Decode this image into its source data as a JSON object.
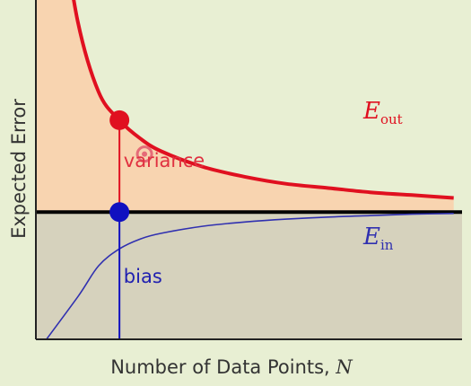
{
  "chart_data": {
    "type": "line",
    "xlabel": "Number of Data Points, ",
    "xlabel_var": "N",
    "ylabel": "Expected Error",
    "x": [
      1,
      1.5,
      2,
      2.5,
      3,
      4,
      5,
      6,
      7,
      8,
      9,
      10
    ],
    "series": [
      {
        "name": "E_out",
        "label_main": "E",
        "label_sub": "out",
        "color": "#e01020",
        "values": [
          1.85,
          1.35,
          1.15,
          1.02,
          0.93,
          0.82,
          0.75,
          0.7,
          0.67,
          0.64,
          0.62,
          0.6
        ]
      },
      {
        "name": "E_in",
        "label_main": "E",
        "label_sub": "in",
        "color": "#3030b0",
        "values": [
          -0.1,
          0.12,
          0.24,
          0.31,
          0.35,
          0.4,
          0.43,
          0.45,
          0.465,
          0.475,
          0.485,
          0.49
        ]
      }
    ],
    "bias_level": 0.5,
    "marker_x": 2,
    "markers": [
      {
        "name": "eout-point",
        "y": 1.15,
        "color": "#e01020"
      },
      {
        "name": "bias-point",
        "y": 0.5,
        "color": "#1010c0"
      }
    ],
    "highlight_marker": {
      "x": 2.6,
      "y": 0.91,
      "color": "#e0506a"
    },
    "annotations": [
      {
        "name": "variance-label",
        "text": "variance",
        "x": 2.1,
        "y": 0.82,
        "color": "#e03040"
      },
      {
        "name": "bias-label",
        "text": "bias",
        "x": 2.1,
        "y": 0.0,
        "color": "#2020b0"
      }
    ],
    "xlim": [
      0,
      10.2
    ],
    "ylim": [
      -0.4,
      2.0
    ],
    "colors": {
      "background": "#e8efd3",
      "variance_fill": "#f8d4b0",
      "bias_fill": "#d6d2bd",
      "axis": "#222222",
      "bias_line": "#000000"
    }
  }
}
